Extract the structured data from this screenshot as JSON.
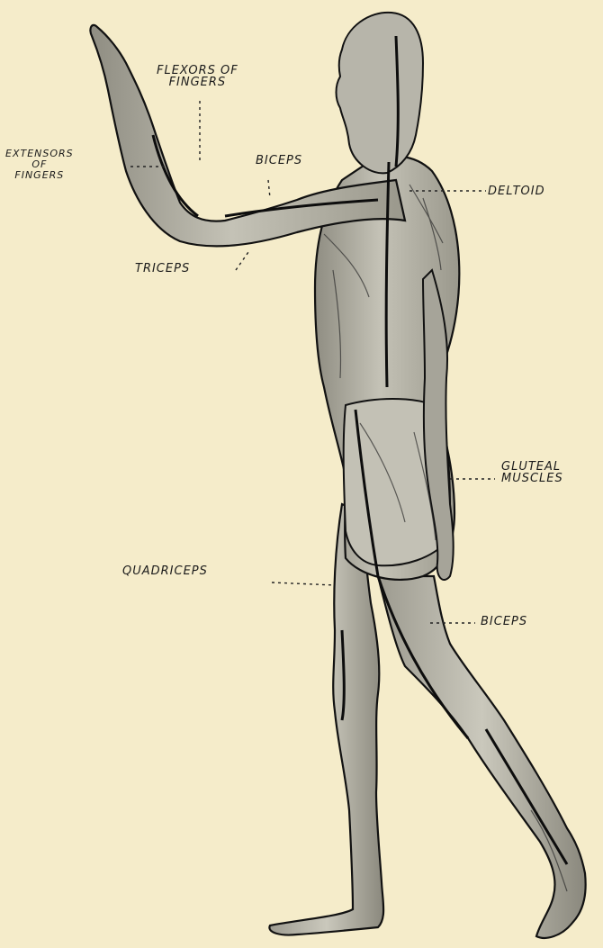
{
  "labels": {
    "flexors_of_fingers": [
      "FLEXORS OF",
      "FINGERS"
    ],
    "extensors_of_fingers": [
      "EXTENSORS",
      "OF",
      "FINGERS"
    ],
    "biceps_arm": "BICEPS",
    "deltoid": "DELTOID",
    "triceps": "TRICEPS",
    "gluteal_muscles": [
      "GLUTEAL",
      "MUSCLES"
    ],
    "quadriceps": "QUADRICEPS",
    "biceps_leg": "BICEPS"
  },
  "colors": {
    "paper": "#f5ecca",
    "body_fill": "#b9b7ac",
    "body_shade": "#8d8b80",
    "outline": "#111111",
    "label": "#1b1b1b"
  }
}
